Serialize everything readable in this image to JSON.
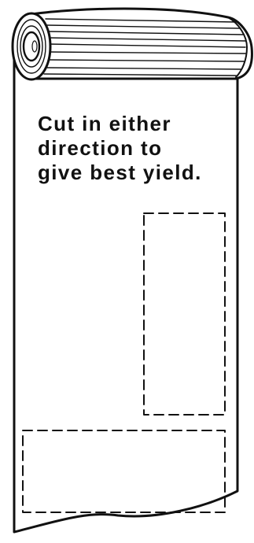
{
  "instruction": {
    "lines": [
      "Cut in either",
      "direction to",
      "give best yield."
    ]
  }
}
